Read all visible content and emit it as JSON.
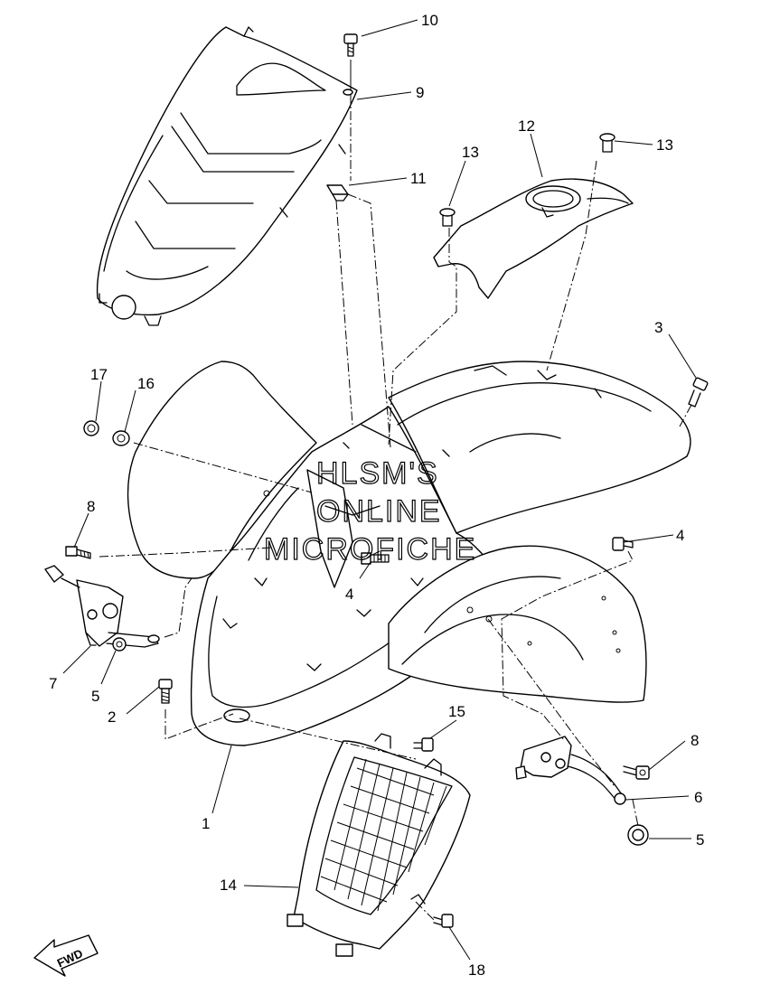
{
  "diagram": {
    "callouts": {
      "c1": "1",
      "c2": "2",
      "c3": "3",
      "c4a": "4",
      "c4b": "4",
      "c5a": "5",
      "c5b": "5",
      "c6": "6",
      "c7": "7",
      "c8a": "8",
      "c8b": "8",
      "c9": "9",
      "c10": "10",
      "c11": "11",
      "c12": "12",
      "c13a": "13",
      "c13b": "13",
      "c14": "14",
      "c15": "15",
      "c16": "16",
      "c17": "17",
      "c18": "18"
    },
    "watermark": {
      "line1": "HLSM'S",
      "line2": "ONLINE",
      "line3": "MICROFICHE"
    },
    "fwd_label": "FWD"
  }
}
